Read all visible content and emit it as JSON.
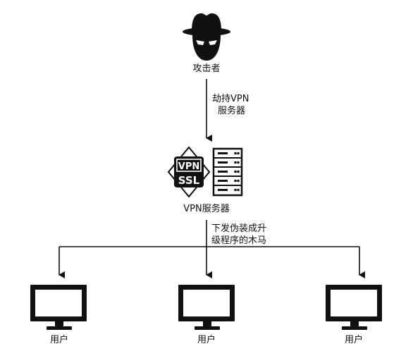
{
  "attacker": {
    "label": "攻击者",
    "icon": "hacker-icon"
  },
  "edge_hijack": {
    "line1": "劫持VPN",
    "line2": "服务器"
  },
  "vpn_server": {
    "label": "VPN服务器",
    "icon": "vpn-ssl-server-icon",
    "badge_top": "VPN",
    "badge_bottom": "SSL"
  },
  "edge_distribute": {
    "line1": "下发伪装成升",
    "line2": "级程序的木马"
  },
  "users": [
    {
      "label": "用户",
      "icon": "monitor-icon"
    },
    {
      "label": "用户",
      "icon": "monitor-icon"
    },
    {
      "label": "用户",
      "icon": "monitor-icon"
    }
  ],
  "colors": {
    "stroke": "#111111",
    "fill": "#111111",
    "background": "#ffffff"
  }
}
